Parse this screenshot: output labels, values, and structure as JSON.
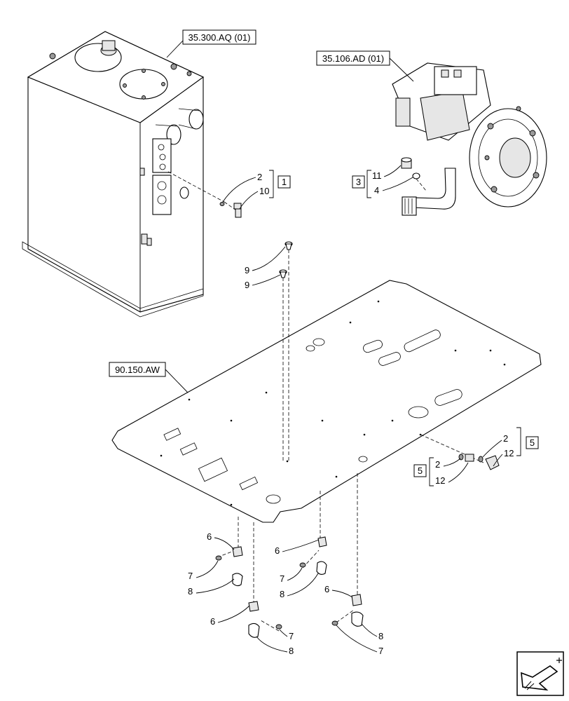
{
  "references": {
    "tank": "35.300.AQ (01)",
    "pump": "35.106.AD (01)",
    "plate": "90.150.AW"
  },
  "groups": {
    "g1": "1",
    "g3": "3",
    "g5a": "5",
    "g5b": "5"
  },
  "callouts": {
    "c_tank_2": "2",
    "c_tank_10": "10",
    "c_pump_11": "11",
    "c_pump_4": "4",
    "c_9a": "9",
    "c_9b": "9",
    "c_r_2": "2",
    "c_r_12": "12",
    "c_l_2": "2",
    "c_l_12": "12",
    "c_a_6": "6",
    "c_a_7": "7",
    "c_a_8": "8",
    "c_b_6": "6",
    "c_b_7": "7",
    "c_b_8": "8",
    "c_c_6": "6",
    "c_c_8": "8",
    "c_c_7": "7",
    "c_d_6": "6",
    "c_d_7": "7",
    "c_d_8": "8"
  },
  "icons": {
    "nav": "arrow-navigation-icon"
  }
}
